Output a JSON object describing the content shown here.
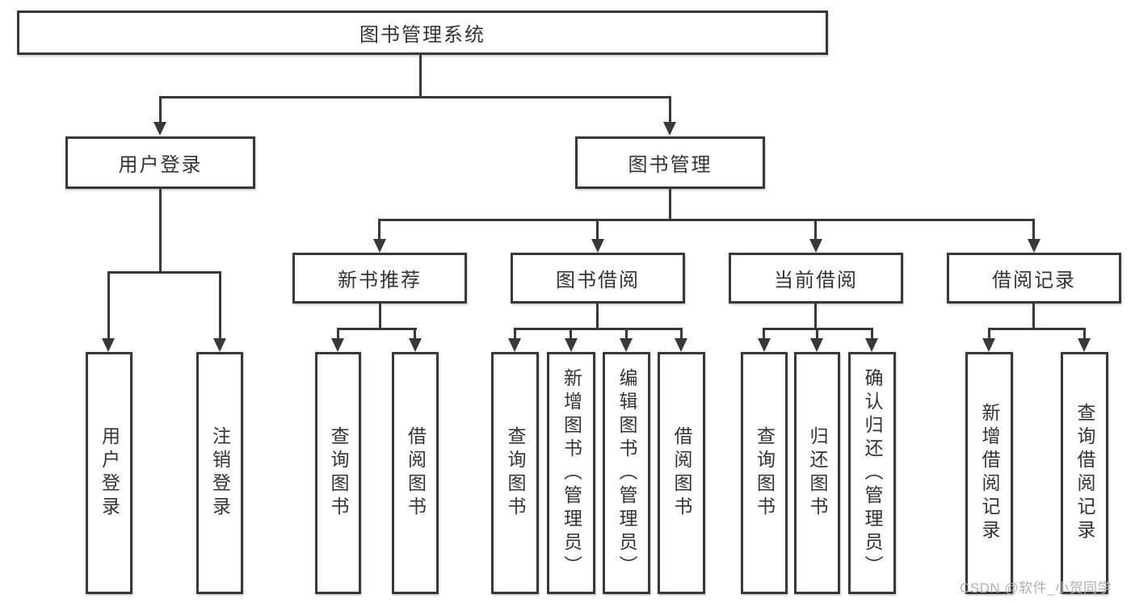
{
  "tree": {
    "label": "图书管理系统",
    "children": [
      {
        "label": "用户登录",
        "children": [
          {
            "label": "用户登录"
          },
          {
            "label": "注销登录"
          }
        ]
      },
      {
        "label": "图书管理",
        "children": [
          {
            "label": "新书推荐",
            "children": [
              {
                "label": "查询图书"
              },
              {
                "label": "借阅图书"
              }
            ]
          },
          {
            "label": "图书借阅",
            "children": [
              {
                "label": "查询图书"
              },
              {
                "label": "新增图书（管理员）"
              },
              {
                "label": "编辑图书（管理员）"
              },
              {
                "label": "借阅图书"
              }
            ]
          },
          {
            "label": "当前借阅",
            "children": [
              {
                "label": "查询图书"
              },
              {
                "label": "归还图书"
              },
              {
                "label": "确认归还（管理员）"
              }
            ]
          },
          {
            "label": "借阅记录",
            "children": [
              {
                "label": "新增借阅记录"
              },
              {
                "label": "查询借阅记录"
              }
            ]
          }
        ]
      }
    ]
  },
  "watermark": {
    "text": "CSDN @软件_小贺同学"
  },
  "colors": {
    "line": "#383838",
    "box_border": "#383838",
    "box_background": "#ffffff",
    "text": "#333333",
    "watermark": "#b0b0b0",
    "page_background": "#ffffff"
  }
}
